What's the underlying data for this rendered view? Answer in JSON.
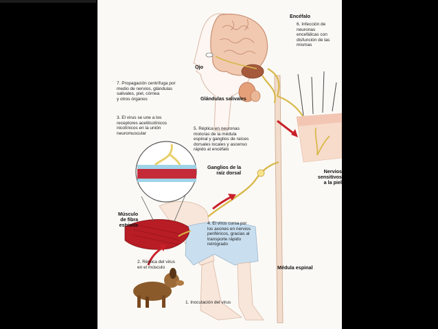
{
  "colors": {
    "background": "#000000",
    "figure_bg": "#fbf9f5",
    "brain": "#f0c9b0",
    "brain_outline": "#c98e72",
    "nerve": "#f5e38a",
    "nerve_stroke": "#d8b84a",
    "muscle": "#b81c24",
    "arrow": "#c8202a",
    "skin": "#f7dccb",
    "gland": "#e5a07a",
    "dog": "#8a5a2a",
    "shorts": "#c9dff0"
  },
  "labels": {
    "encefalo": "Encéfalo",
    "step6": "6. Infección de\nneuronas\nencefálicas con\ndisfunción de las\nmismas",
    "ojo": "Ojo",
    "step7": "7. Propagación centrífuga por\nmedio de nervios, glándulas\nsalivales, piel, córnea\ny otros órganos",
    "glandulas": "Glándulas salivales",
    "step3": "3. El virus se une a los\nreceptores acetilcolínicos\nnicotínicos en la unión\nneuromuscular",
    "step5": "5. Réplica en neuronas\nmotoras de la médula\nespinal y ganglios de raíces\ndorsales locales y ascenso\nrápido al encéfalo",
    "nervios": "Nervios sensitivos\na la piel",
    "ganglios": "Ganglios de la\nraíz dorsal",
    "musculo": "Músculo\nde fibra\nestriada",
    "step4": "4. El virus cursa por\nlos axones en nervios\nperiféricos, gracias al\ntransporte rápido\nretrógrado",
    "step2": "2. Réplica del virus\nen el músculo",
    "medula": "Médula espinal",
    "step1": "1. Inoculación del virus"
  }
}
